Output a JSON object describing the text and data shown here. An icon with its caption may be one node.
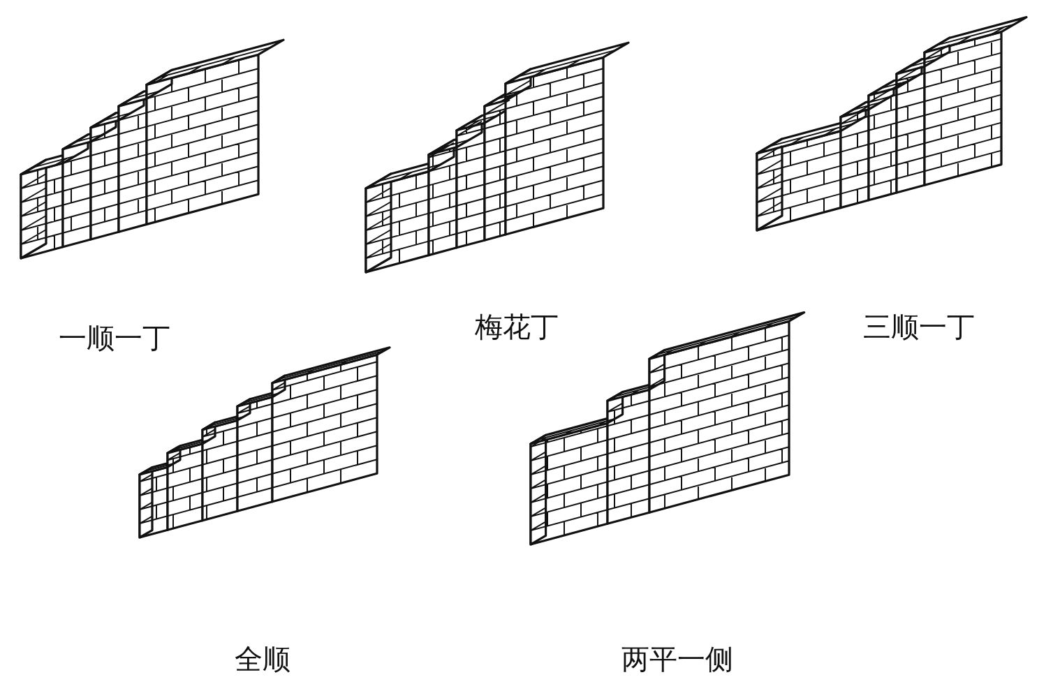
{
  "diagram": {
    "labels": [
      "一顺一丁",
      "梅花丁",
      "三顺一丁",
      "全顺",
      "两平一侧"
    ]
  }
}
